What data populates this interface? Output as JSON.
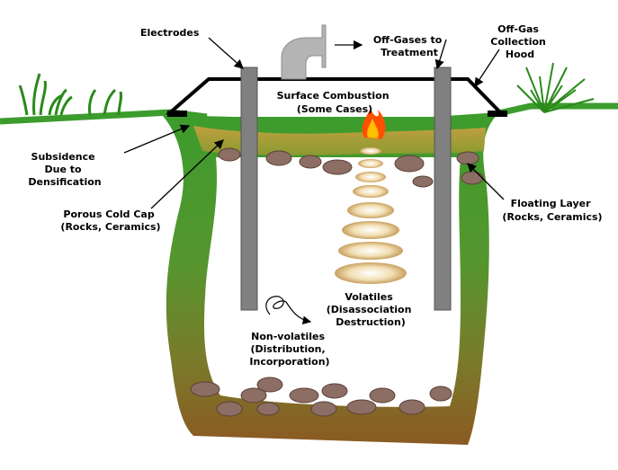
{
  "labels": {
    "electrodes": "Electrodes",
    "offgas_treatment": [
      "Off-Gases to",
      "Treatment"
    ],
    "offgas_hood": [
      "Off-Gas",
      "Collection",
      "Hood"
    ],
    "surface_combustion": [
      "Surface Combustion",
      "(Some Cases)"
    ],
    "subsidence": [
      "Subsidence",
      "Due to",
      "Densification"
    ],
    "porous_cap": [
      "Porous Cold Cap",
      "(Rocks, Ceramics)"
    ],
    "floating_layer": [
      "Floating Layer",
      "(Rocks, Ceramics)"
    ],
    "volatiles": [
      "Volatiles",
      "(Disassociation",
      "Destruction)"
    ],
    "nonvolatiles": [
      "Non-volatiles",
      "(Distribution,",
      "Incorporation)"
    ]
  },
  "colors": {
    "pit_top": "#3c9c2c",
    "pit_bottom": "#8b5a23",
    "cold_cap": "#b89a3a",
    "electrode": "#808080",
    "hood_line": "#000000",
    "pipe": "#b4b4b4",
    "rock": "#8c6e64",
    "volatile_bubble": "#e0c080",
    "flame": "#ff5000"
  },
  "icons": [
    "grass-tuft-icon",
    "palm-plant-icon",
    "flame-icon",
    "pipe-elbow-icon"
  ]
}
